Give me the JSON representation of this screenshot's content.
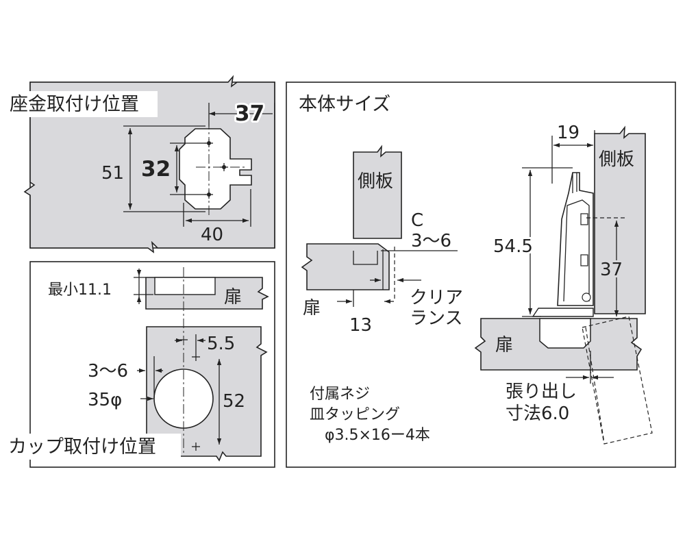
{
  "left_top_panel": {
    "title": "座金取付け位置",
    "dims": {
      "width_top": "37",
      "height_outer": "51",
      "height_inner": "32",
      "width_bottom": "40"
    }
  },
  "left_bottom_panel": {
    "title": "カップ取付け位置",
    "door_label": "扉",
    "dims": {
      "min_thickness": "最小11.1",
      "offset": "5.5",
      "edge": "3〜6",
      "cup": "35φ",
      "depth": "52"
    }
  },
  "right_panel": {
    "title": "本体サイズ",
    "side_panel_label": "側板",
    "door_label": "扉",
    "overlay_prefix": "C",
    "overlay_range": "3〜6",
    "clearance_line1": "クリア",
    "clearance_line2": "ランス",
    "dims": {
      "door_overlap": "13",
      "top_width": "19",
      "height": "54.5",
      "mount": "37"
    },
    "protrusion_line1": "張り出し",
    "protrusion_line2": "寸法6.0",
    "accessory_line1": "付属ネジ",
    "accessory_line2": "皿タッピング",
    "accessory_line3": "φ3.5×16ー4本"
  },
  "colors": {
    "part_fill": "#d9d9dc",
    "line": "#222222",
    "background": "#ffffff"
  }
}
